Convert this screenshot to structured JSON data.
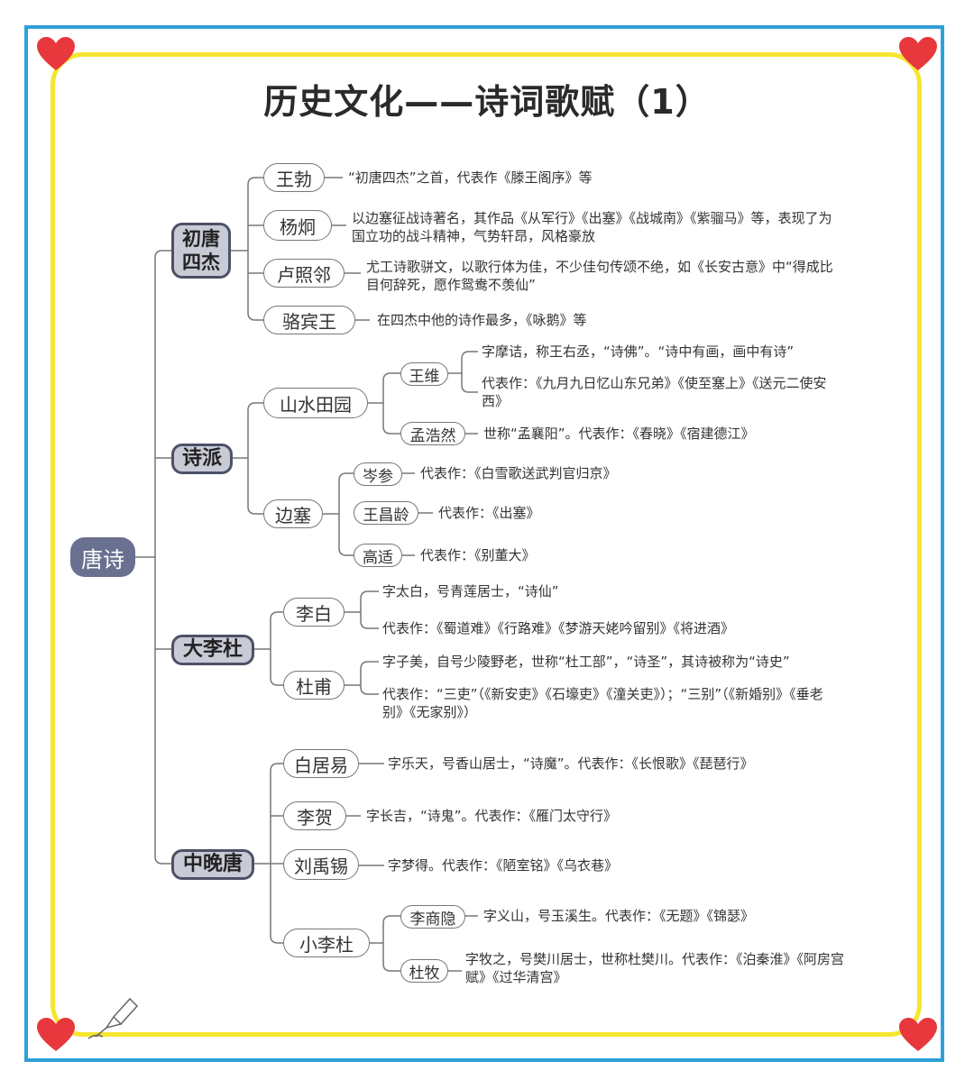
{
  "title": "历史文化——诗词歌赋（1）",
  "root": "唐诗",
  "categories": {
    "chutang": "初唐四杰",
    "shipai": "诗派",
    "dalidu": "大李杜",
    "zhongwantang": "中晚唐"
  },
  "nodes": {
    "wangbo": "王勃",
    "yangjiong": "杨炯",
    "luzhaolin": "卢照邻",
    "luobinwang": "骆宾王",
    "shanshui": "山水田园",
    "wangwei": "王维",
    "menghaoran": "孟浩然",
    "biansai": "边塞",
    "censhen": "岑参",
    "wangchangling": "王昌龄",
    "gaoshi": "高适",
    "libai": "李白",
    "dufu": "杜甫",
    "baijuyi": "白居易",
    "lihe": "李贺",
    "liuyuxi": "刘禹锡",
    "xiaolidu": "小李杜",
    "lishangyin": "李商隐",
    "dumu": "杜牧"
  },
  "descriptions": {
    "wangbo": "“初唐四杰”之首，代表作《滕王阁序》等",
    "yangjiong": "以边塞征战诗著名，其作品《从军行》《出塞》《战城南》《紫骝马》等，表现了为国立功的战斗精神，气势轩昂，风格豪放",
    "luzhaolin": "尤工诗歌骈文，以歌行体为佳，不少佳句传颂不绝，如《长安古意》中“得成比目何辞死，愿作鸳鸯不羡仙”",
    "luobinwang": "在四杰中他的诗作最多，《咏鹅》等",
    "wangwei_1": "字摩诘，称王右丞，“诗佛”。“诗中有画，画中有诗”",
    "wangwei_2": "代表作：《九月九日忆山东兄弟》《使至塞上》《送元二使安西》",
    "menghaoran": "世称“孟襄阳”。代表作：《春晓》《宿建德江》",
    "censhen": "代表作：《白雪歌送武判官归京》",
    "wangchangling": "代表作：《出塞》",
    "gaoshi": "代表作：《别董大》",
    "libai_1": "字太白，号青莲居士，“诗仙”",
    "libai_2": "代表作：《蜀道难》《行路难》《梦游天姥吟留别》《将进酒》",
    "dufu_1": "字子美，自号少陵野老，世称“杜工部”，“诗圣”，其诗被称为“诗史”",
    "dufu_2": "代表作：“三吏”（《新安吏》《石壕吏》《潼关吏》）；“三别”（《新婚别》《垂老别》《无家别》）",
    "baijuyi": "字乐天，号香山居士，“诗魔”。代表作：《长恨歌》《琵琶行》",
    "lihe": "字长吉，“诗鬼”。代表作：《雁门太守行》",
    "liuyuxi": "字梦得。代表作：《陋室铭》《乌衣巷》",
    "lishangyin": "字义山，号玉溪生。代表作：《无题》《锦瑟》",
    "dumu": "字牧之，号樊川居士，世称杜樊川。代表作：《泊秦淮》《阿房宫赋》《过华清宫》"
  },
  "colors": {
    "frame_blue": "#2fa0d8",
    "frame_yellow": "#f6e531",
    "heart_red": "#e8383d",
    "root_fill": "#6a7090",
    "category_fill": "#c8cad6"
  }
}
